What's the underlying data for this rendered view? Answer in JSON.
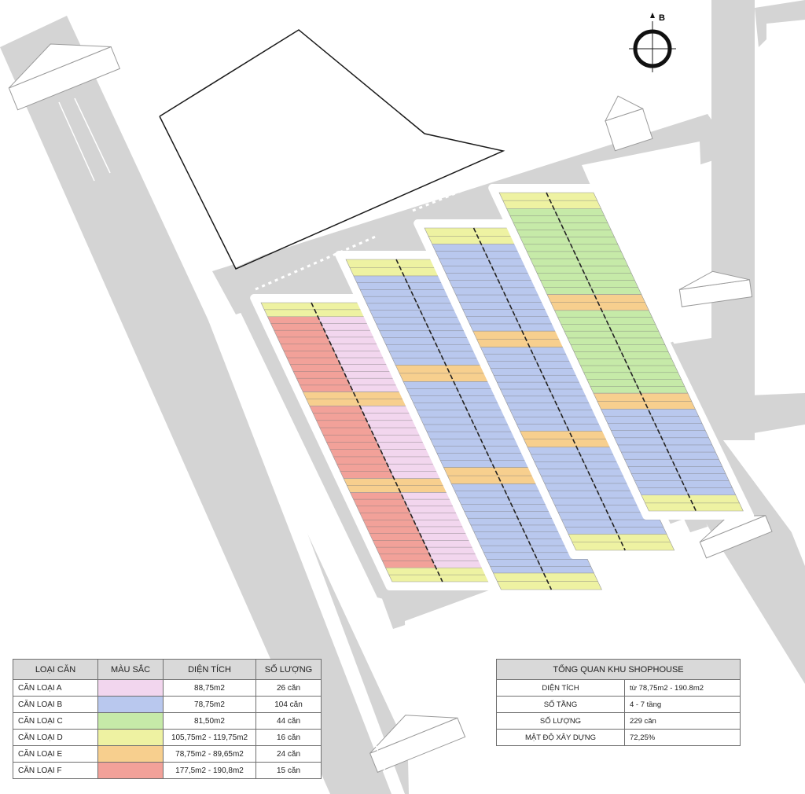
{
  "colors": {
    "road": "#d4d4d4",
    "road_line": "#ffffff",
    "block_edge": "#ffffff",
    "type_A": "#f2d6ee",
    "type_B": "#b9c8ee",
    "type_C": "#c6eaa8",
    "type_D": "#eef2a2",
    "type_E": "#f7cf8e",
    "type_F": "#f2a199"
  },
  "compass": {
    "label": "B"
  },
  "legend": {
    "headers": [
      "LOẠI CĂN",
      "MÀU SẮC",
      "DIỆN TÍCH",
      "SỐ LƯỢNG"
    ],
    "rows": [
      {
        "type": "CĂN LOẠI A",
        "color": "#f2d6ee",
        "area": "88,75m2",
        "count": "26 căn"
      },
      {
        "type": "CĂN LOẠI B",
        "color": "#b9c8ee",
        "area": "78,75m2",
        "count": "104 căn"
      },
      {
        "type": "CĂN LOẠI C",
        "color": "#c6eaa8",
        "area": "81,50m2",
        "count": "44 căn"
      },
      {
        "type": "CĂN LOẠI D",
        "color": "#eef2a2",
        "area": "105,75m2 - 119,75m2",
        "count": "16 căn"
      },
      {
        "type": "CĂN LOẠI E",
        "color": "#f7cf8e",
        "area": "78,75m2 - 89,65m2",
        "count": "24 căn"
      },
      {
        "type": "CĂN LOẠI F",
        "color": "#f2a199",
        "area": "177,5m2 - 190,8m2",
        "count": "15 căn"
      }
    ]
  },
  "summary": {
    "title": "TỔNG QUAN KHU SHOPHOUSE",
    "rows": [
      {
        "key": "DIỆN TÍCH",
        "value": "từ 78,75m2 - 190.8m2"
      },
      {
        "key": "SỐ TẦNG",
        "value": "4 - 7 tầng"
      },
      {
        "key": "SỐ LƯỢNG",
        "value": "229 căn"
      },
      {
        "key": "MẬT ĐỘ XÂY DỰNG",
        "value": "72,25%"
      }
    ]
  },
  "blocks": [
    {
      "name": "block-1",
      "sections": [
        [
          "D"
        ],
        [
          "F",
          "A"
        ],
        [
          "E"
        ],
        [
          "F",
          "A"
        ],
        [
          "E"
        ],
        [
          "F",
          "A"
        ],
        [
          "D"
        ]
      ]
    },
    {
      "name": "block-2",
      "sections": [
        [
          "D"
        ],
        [
          "B",
          "B"
        ],
        [
          "E"
        ],
        [
          "B",
          "B"
        ],
        [
          "E"
        ],
        [
          "B",
          "B"
        ],
        [
          "D"
        ]
      ]
    },
    {
      "name": "block-3",
      "sections": [
        [
          "D"
        ],
        [
          "B",
          "B"
        ],
        [
          "E"
        ],
        [
          "B",
          "B"
        ],
        [
          "E"
        ],
        [
          "B",
          "B"
        ],
        [
          "D"
        ]
      ]
    },
    {
      "name": "block-4",
      "sections": [
        [
          "D"
        ],
        [
          "C",
          "C"
        ],
        [
          "E"
        ],
        [
          "C",
          "C"
        ],
        [
          "E"
        ],
        [
          "B",
          "B"
        ],
        [
          "D"
        ]
      ]
    }
  ]
}
